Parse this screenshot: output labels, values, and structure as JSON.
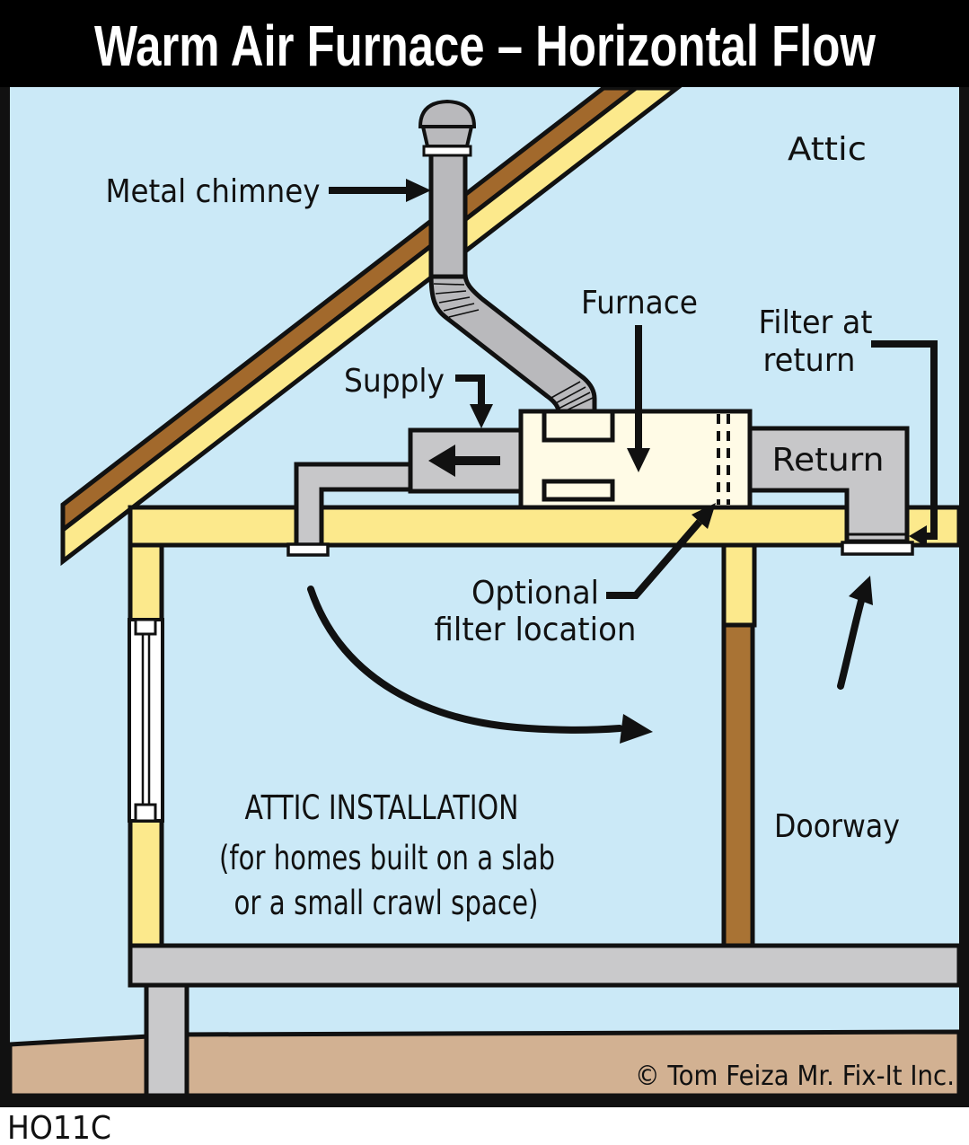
{
  "title": "Warm Air Furnace – Horizontal Flow",
  "figure_code": "HO11C",
  "copyright": "©  Tom Feiza Mr. Fix-It Inc.",
  "labels": {
    "attic": "Attic",
    "metal_chimney": "Metal chimney",
    "furnace": "Furnace",
    "supply": "Supply",
    "filter_at_return_line1": "Filter at",
    "filter_at_return_line2": "return",
    "return_duct": "Return",
    "optional_filter_line1": "Optional",
    "optional_filter_line2": "filter location",
    "doorway": "Doorway",
    "caption_line1": "ATTIC INSTALLATION",
    "caption_line2": "(for homes built on a slab",
    "caption_line3": "or a small crawl space)"
  },
  "colors": {
    "sky": "#cbe9f7",
    "wood_yellow": "#fce98c",
    "roof_brown": "#a2692c",
    "door_brown": "#a97334",
    "duct_gray": "#c7c7c9",
    "chimney_gray": "#b9b9bc",
    "furnace_cream": "#fffbe6",
    "ground_tan": "#d2b192",
    "slab_gray": "#c9c9cb",
    "outline": "#111111",
    "title_bg": "#000000",
    "title_text": "#ffffff",
    "white": "#ffffff"
  }
}
